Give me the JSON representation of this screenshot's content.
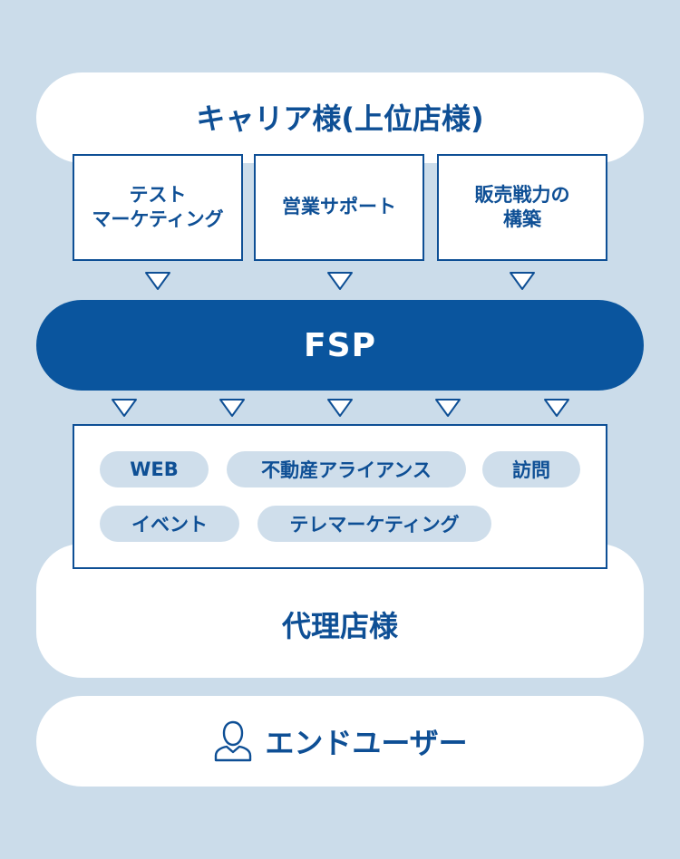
{
  "carrier": {
    "label": "キャリア様(上位店様)"
  },
  "services": [
    {
      "label": "テスト\nマーケティング"
    },
    {
      "label": "営業サポート"
    },
    {
      "label": "販売戦力の\n構築"
    }
  ],
  "fsp": {
    "label": "FSP"
  },
  "channels": [
    {
      "label": "WEB"
    },
    {
      "label": "不動産アライアンス"
    },
    {
      "label": "訪問"
    },
    {
      "label": "イベント"
    },
    {
      "label": "テレマーケティング"
    }
  ],
  "agency": {
    "label": "代理店様"
  },
  "end_user": {
    "label": "エンドユーザー",
    "icon": "person-icon"
  },
  "colors": {
    "background": "#cbdcea",
    "primary": "#0a559e",
    "text": "#0e4f95",
    "tag": "#cfdeeb"
  }
}
